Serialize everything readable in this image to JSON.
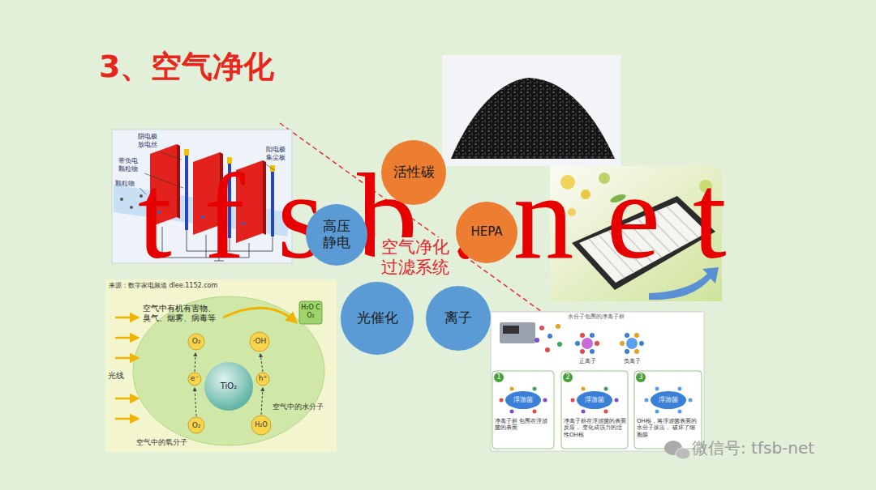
{
  "diagram": {
    "title": "3、空气净化",
    "nodes": [
      {
        "text": [
          "活性碳"
        ]
      },
      {
        "text": [
          "高压静电"
        ]
      },
      {
        "text": [
          "HEPA"
        ]
      },
      {
        "text": [
          "光催化"
        ]
      },
      {
        "text": [
          "离子"
        ]
      }
    ],
    "labels": [
      "空气净化 过滤系统",
      "阴电极 放电丝",
      "带负电 颗粒物",
      "颗粒物",
      "阳电极 集尘板",
      "来源：数字家电频道 dlee.1152.com",
      "空气中有机有害物、 臭气、烟雾、病毒等",
      "H₂O CO₂",
      "O₂",
      "·OH",
      "e⁻",
      "h⁺",
      "TiO₂",
      "光线",
      "空气中的水分子",
      "O₂",
      "H₂O",
      "空气中的氧分子",
      "水分子包围的净离子群",
      "正离子",
      "负离子",
      "1",
      "2",
      "3",
      "浮游菌",
      "浮游菌",
      "浮游菌",
      "净离子群 包围在浮游菌的表面",
      "净离子群在浮游菌的表面反应， 变化成强力的活性OH根",
      "OH根，将浮游菌表面的水分子拔出， 破坏了细胞膜",
      "tfsb.net",
      "微信号: tfsb-net"
    ]
  }
}
